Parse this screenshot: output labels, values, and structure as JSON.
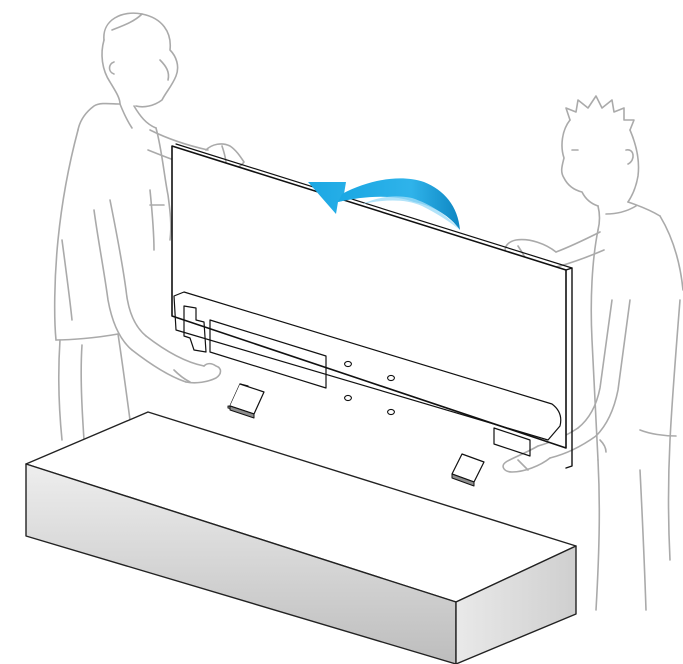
{
  "illustration": {
    "figures": [
      "person-left",
      "person-right"
    ],
    "object": "television",
    "furniture": "tv-stand",
    "action_indicator": "rotate-arrow",
    "colors": {
      "outline": "#aaaaaa",
      "tv_outline": "#111111",
      "arrow": "#1aa7e3",
      "arrow_light": "#9fdcf7",
      "stand_light": "#f3f3f3",
      "stand_dark": "#bcbcbc",
      "background": "#ffffff"
    }
  }
}
